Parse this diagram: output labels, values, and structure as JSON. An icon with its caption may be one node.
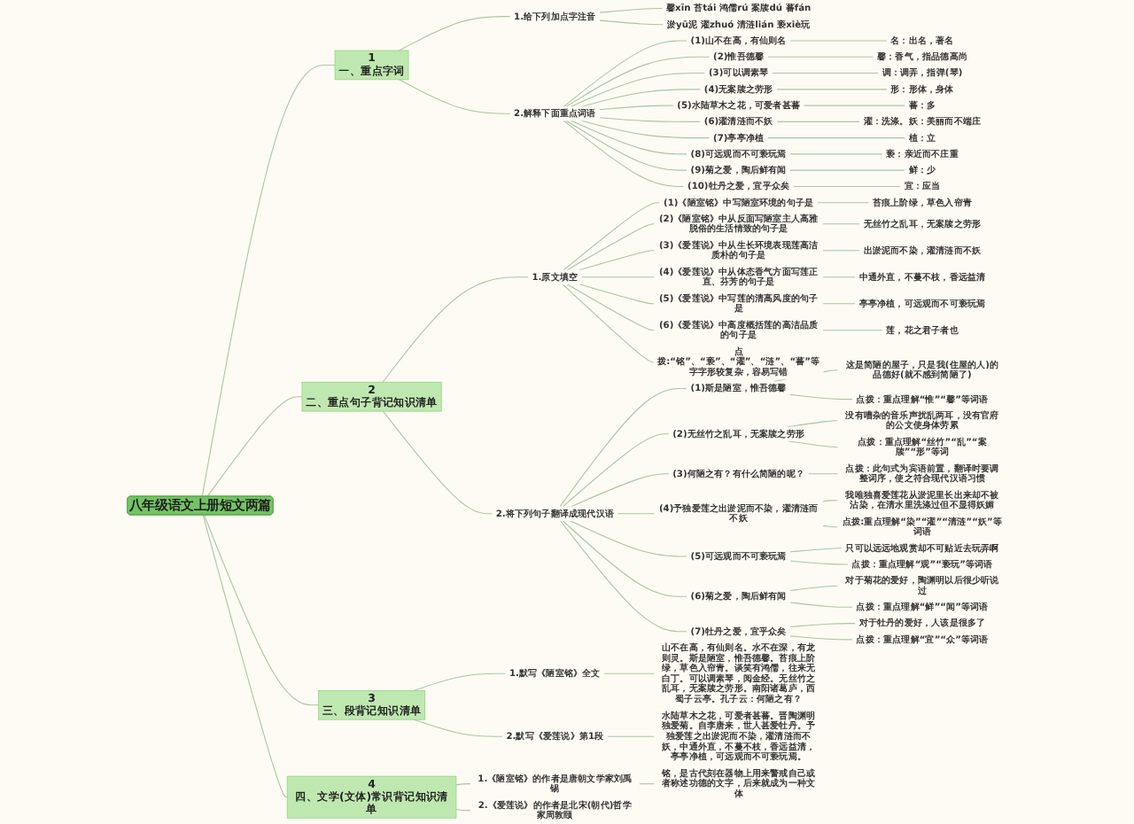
{
  "diagram": {
    "nodes": [
      {
        "text": [
          "八年级语文上册短文两篇"
        ]
      },
      {
        "text": [
          "1",
          "一、重点字词"
        ]
      },
      {
        "text": [
          "1.给下列加点字注音"
        ]
      },
      {
        "text": [
          "馨xīn 苔tái 鸿儒rú 案牍dú 蕃fán"
        ]
      },
      {
        "text": [
          "淤yū泥 濯zhuó 清涟lián 亵xiè玩"
        ]
      },
      {
        "text": [
          "2.解释下面重点词语"
        ]
      },
      {
        "text": [
          "(1)山不在高，有仙则名"
        ]
      },
      {
        "text": [
          "名：出名，著名"
        ]
      },
      {
        "text": [
          "(2)惟吾德馨"
        ]
      },
      {
        "text": [
          "馨：香气，指品德高尚"
        ]
      },
      {
        "text": [
          "(3)可以调素琴"
        ]
      },
      {
        "text": [
          "调：调弄，指弹(琴)"
        ]
      },
      {
        "text": [
          "(4)无案牍之劳形"
        ]
      },
      {
        "text": [
          "形：形体，身体"
        ]
      },
      {
        "text": [
          "(5)水陆草木之花，可爱者甚蕃"
        ]
      },
      {
        "text": [
          "蕃：多"
        ]
      },
      {
        "text": [
          "(6)濯清涟而不妖"
        ]
      },
      {
        "text": [
          "濯：洗涤。妖：美丽而不端庄"
        ]
      },
      {
        "text": [
          "(7)亭亭净植"
        ]
      },
      {
        "text": [
          "植：立"
        ]
      },
      {
        "text": [
          "(8)可远观而不可亵玩焉"
        ]
      },
      {
        "text": [
          "亵：亲近而不庄重"
        ]
      },
      {
        "text": [
          "(9)菊之爱，陶后鲜有闻"
        ]
      },
      {
        "text": [
          "鲜：少"
        ]
      },
      {
        "text": [
          "(10)牡丹之爱，宜乎众矣"
        ]
      },
      {
        "text": [
          "宜：应当"
        ]
      },
      {
        "text": [
          "2",
          "二、重点句子背记知识清单"
        ]
      },
      {
        "text": [
          "1.原文填空"
        ]
      },
      {
        "text": [
          "(1)《陋室铭》中写陋室环境的句子是"
        ]
      },
      {
        "text": [
          "苔痕上阶绿，草色入帘青"
        ]
      },
      {
        "text": [
          "(2)《陋室铭》中从反面写陋室主人高雅脱俗的生活情致的句子是"
        ]
      },
      {
        "text": [
          "无丝竹之乱耳，无案牍之劳形"
        ]
      },
      {
        "text": [
          "(3)《爱莲说》中从生长环境表现莲高洁质朴的句子是"
        ]
      },
      {
        "text": [
          "出淤泥而不染，濯清涟而不妖"
        ]
      },
      {
        "text": [
          "(4)《爱莲说》中从体态香气方面写莲正直、芬芳的句子是"
        ]
      },
      {
        "text": [
          "中通外直，不蔓不枝，香远益清"
        ]
      },
      {
        "text": [
          "(5)《爱莲说》中写莲的清高风度的句子是"
        ]
      },
      {
        "text": [
          "亭亭净植，可远观而不可亵玩焉"
        ]
      },
      {
        "text": [
          "(6)《爱莲说》中高度概括莲的高洁品质的句子是"
        ]
      },
      {
        "text": [
          "莲，花之君子者也"
        ]
      },
      {
        "text": [
          "点拨:“铭”、“亵”、“濯”、“涟”、“蕃”等字字形较复杂，容易写错"
        ]
      },
      {
        "text": [
          "2.将下列句子翻译成现代汉语"
        ]
      },
      {
        "text": [
          "(1)斯是陋室，惟吾德馨"
        ]
      },
      {
        "text": [
          "这是简陋的屋子，只是我(住屋的人)的品德好(就不感到简陋了)"
        ]
      },
      {
        "text": [
          "点拨：重点理解“惟”“馨”等词语"
        ]
      },
      {
        "text": [
          "(2)无丝竹之乱耳，无案牍之劳形"
        ]
      },
      {
        "text": [
          "没有嘈杂的音乐声扰乱两耳，没有官府的公文使身体劳累"
        ]
      },
      {
        "text": [
          "点拨：重点理解“丝竹”“乱”“案牍”“形”等词"
        ]
      },
      {
        "text": [
          "(3)何陋之有？有什么简陋的呢？"
        ]
      },
      {
        "text": [
          "点拨：此句式为宾语前置，翻译时要调整词序，使之符合现代汉语习惯"
        ]
      },
      {
        "text": [
          "(4)予独爱莲之出淤泥而不染，濯清涟而不妖"
        ]
      },
      {
        "text": [
          "我唯独喜爱莲花从淤泥里长出来却不被沾染，在清水里洗涤过但不显得妖媚"
        ]
      },
      {
        "text": [
          "点拨:重点理解“染”“濯”“清涟”“妖”等词语"
        ]
      },
      {
        "text": [
          "(5)可远观而不可亵玩焉"
        ]
      },
      {
        "text": [
          "只可以远远地观赏却不可贴近去玩弄啊"
        ]
      },
      {
        "text": [
          "点拨：重点理解“观”“亵玩”等词语"
        ]
      },
      {
        "text": [
          "(6)菊之爱，陶后鲜有闻"
        ]
      },
      {
        "text": [
          "对于菊花的爱好，陶渊明以后很少听说过"
        ]
      },
      {
        "text": [
          "点拨：重点理解“鲜”“闻”等词语"
        ]
      },
      {
        "text": [
          "(7)牡丹之爱，宜乎众矣"
        ]
      },
      {
        "text": [
          "对于牡丹的爱好，人该是很多了"
        ]
      },
      {
        "text": [
          "点拨：重点理解“宜”“众”等词语"
        ]
      },
      {
        "text": [
          "3",
          "三、段背记知识清单"
        ]
      },
      {
        "text": [
          "1.默写《陋室铭》全文"
        ]
      },
      {
        "text": [
          "山不在高，有仙则名。水不在深，有龙则灵。斯是陋室，惟吾德馨。苔痕上阶绿，草色入帘青。谈笑有鸿儒，往来无白丁。可以调素琴，阅金经。无丝竹之乱耳，无案牍之劳形。南阳诸葛庐，西蜀子云亭。孔子云：何陋之有？"
        ]
      },
      {
        "text": [
          "2.默写《爱莲说》第1段"
        ]
      },
      {
        "text": [
          "水陆草木之花，可爱者甚蕃。晋陶渊明独爱菊。自李唐来，世人甚爱牡丹。予独爱莲之出淤泥而不染，濯清涟而不妖，中通外直，不蔓不枝，香远益清，亭亭净植，可远观而不可亵玩焉。"
        ]
      },
      {
        "text": [
          "4",
          "四、文学(文体)常识背记知识清单"
        ]
      },
      {
        "text": [
          "1.《陋室铭》的作者是唐朝文学家刘禹锡"
        ]
      },
      {
        "text": [
          "铭，是古代刻在器物上用来警戒自己或者称述功德的文字，后来就成为一种文体"
        ]
      },
      {
        "text": [
          "2.《爱莲说》的作者是北宋(朝代)哲学家周敦颐"
        ]
      }
    ],
    "edges": [
      {
        "from": 0,
        "to": 1,
        "arrow": "none"
      },
      {
        "from": 1,
        "to": 2,
        "arrow": "none"
      },
      {
        "from": 2,
        "to": 3,
        "arrow": "none"
      },
      {
        "from": 2,
        "to": 4,
        "arrow": "none"
      },
      {
        "from": 1,
        "to": 5,
        "arrow": "none"
      },
      {
        "from": 5,
        "to": 6,
        "arrow": "none"
      },
      {
        "from": 6,
        "to": 7,
        "arrow": "none"
      },
      {
        "from": 5,
        "to": 8,
        "arrow": "none"
      },
      {
        "from": 8,
        "to": 9,
        "arrow": "none"
      },
      {
        "from": 5,
        "to": 10,
        "arrow": "none"
      },
      {
        "from": 10,
        "to": 11,
        "arrow": "none"
      },
      {
        "from": 5,
        "to": 12,
        "arrow": "none"
      },
      {
        "from": 12,
        "to": 13,
        "arrow": "none"
      },
      {
        "from": 5,
        "to": 14,
        "arrow": "none"
      },
      {
        "from": 14,
        "to": 15,
        "arrow": "none"
      },
      {
        "from": 5,
        "to": 16,
        "arrow": "none"
      },
      {
        "from": 16,
        "to": 17,
        "arrow": "none"
      },
      {
        "from": 5,
        "to": 18,
        "arrow": "none"
      },
      {
        "from": 18,
        "to": 19,
        "arrow": "none"
      },
      {
        "from": 5,
        "to": 20,
        "arrow": "none"
      },
      {
        "from": 20,
        "to": 21,
        "arrow": "none"
      },
      {
        "from": 5,
        "to": 22,
        "arrow": "none"
      },
      {
        "from": 22,
        "to": 23,
        "arrow": "none"
      },
      {
        "from": 5,
        "to": 24,
        "arrow": "none"
      },
      {
        "from": 24,
        "to": 25,
        "arrow": "none"
      },
      {
        "from": 0,
        "to": 26,
        "arrow": "none"
      },
      {
        "from": 26,
        "to": 27,
        "arrow": "none"
      },
      {
        "from": 27,
        "to": 28,
        "arrow": "none"
      },
      {
        "from": 28,
        "to": 29,
        "arrow": "none"
      },
      {
        "from": 27,
        "to": 30,
        "arrow": "none"
      },
      {
        "from": 30,
        "to": 31,
        "arrow": "none"
      },
      {
        "from": 27,
        "to": 32,
        "arrow": "none"
      },
      {
        "from": 32,
        "to": 33,
        "arrow": "none"
      },
      {
        "from": 27,
        "to": 34,
        "arrow": "none"
      },
      {
        "from": 34,
        "to": 35,
        "arrow": "none"
      },
      {
        "from": 27,
        "to": 36,
        "arrow": "none"
      },
      {
        "from": 36,
        "to": 37,
        "arrow": "none"
      },
      {
        "from": 27,
        "to": 38,
        "arrow": "none"
      },
      {
        "from": 38,
        "to": 39,
        "arrow": "none"
      },
      {
        "from": 27,
        "to": 40,
        "arrow": "none"
      },
      {
        "from": 26,
        "to": 41,
        "arrow": "none"
      },
      {
        "from": 41,
        "to": 42,
        "arrow": "none"
      },
      {
        "from": 42,
        "to": 43,
        "arrow": "none"
      },
      {
        "from": 42,
        "to": 44,
        "arrow": "none"
      },
      {
        "from": 41,
        "to": 45,
        "arrow": "none"
      },
      {
        "from": 45,
        "to": 46,
        "arrow": "none"
      },
      {
        "from": 45,
        "to": 47,
        "arrow": "none"
      },
      {
        "from": 41,
        "to": 48,
        "arrow": "none"
      },
      {
        "from": 48,
        "to": 49,
        "arrow": "none"
      },
      {
        "from": 41,
        "to": 50,
        "arrow": "none"
      },
      {
        "from": 50,
        "to": 51,
        "arrow": "none"
      },
      {
        "from": 50,
        "to": 52,
        "arrow": "none"
      },
      {
        "from": 41,
        "to": 53,
        "arrow": "none"
      },
      {
        "from": 53,
        "to": 54,
        "arrow": "none"
      },
      {
        "from": 53,
        "to": 55,
        "arrow": "none"
      },
      {
        "from": 41,
        "to": 56,
        "arrow": "none"
      },
      {
        "from": 56,
        "to": 57,
        "arrow": "none"
      },
      {
        "from": 56,
        "to": 58,
        "arrow": "none"
      },
      {
        "from": 41,
        "to": 59,
        "arrow": "none"
      },
      {
        "from": 59,
        "to": 60,
        "arrow": "none"
      },
      {
        "from": 59,
        "to": 61,
        "arrow": "none"
      },
      {
        "from": 0,
        "to": 62,
        "arrow": "none"
      },
      {
        "from": 62,
        "to": 63,
        "arrow": "none"
      },
      {
        "from": 63,
        "to": 64,
        "arrow": "none"
      },
      {
        "from": 62,
        "to": 65,
        "arrow": "none"
      },
      {
        "from": 65,
        "to": 66,
        "arrow": "none"
      },
      {
        "from": 0,
        "to": 67,
        "arrow": "none"
      },
      {
        "from": 67,
        "to": 68,
        "arrow": "none"
      },
      {
        "from": 68,
        "to": 69,
        "arrow": "none"
      },
      {
        "from": 67,
        "to": 70,
        "arrow": "none"
      }
    ]
  }
}
